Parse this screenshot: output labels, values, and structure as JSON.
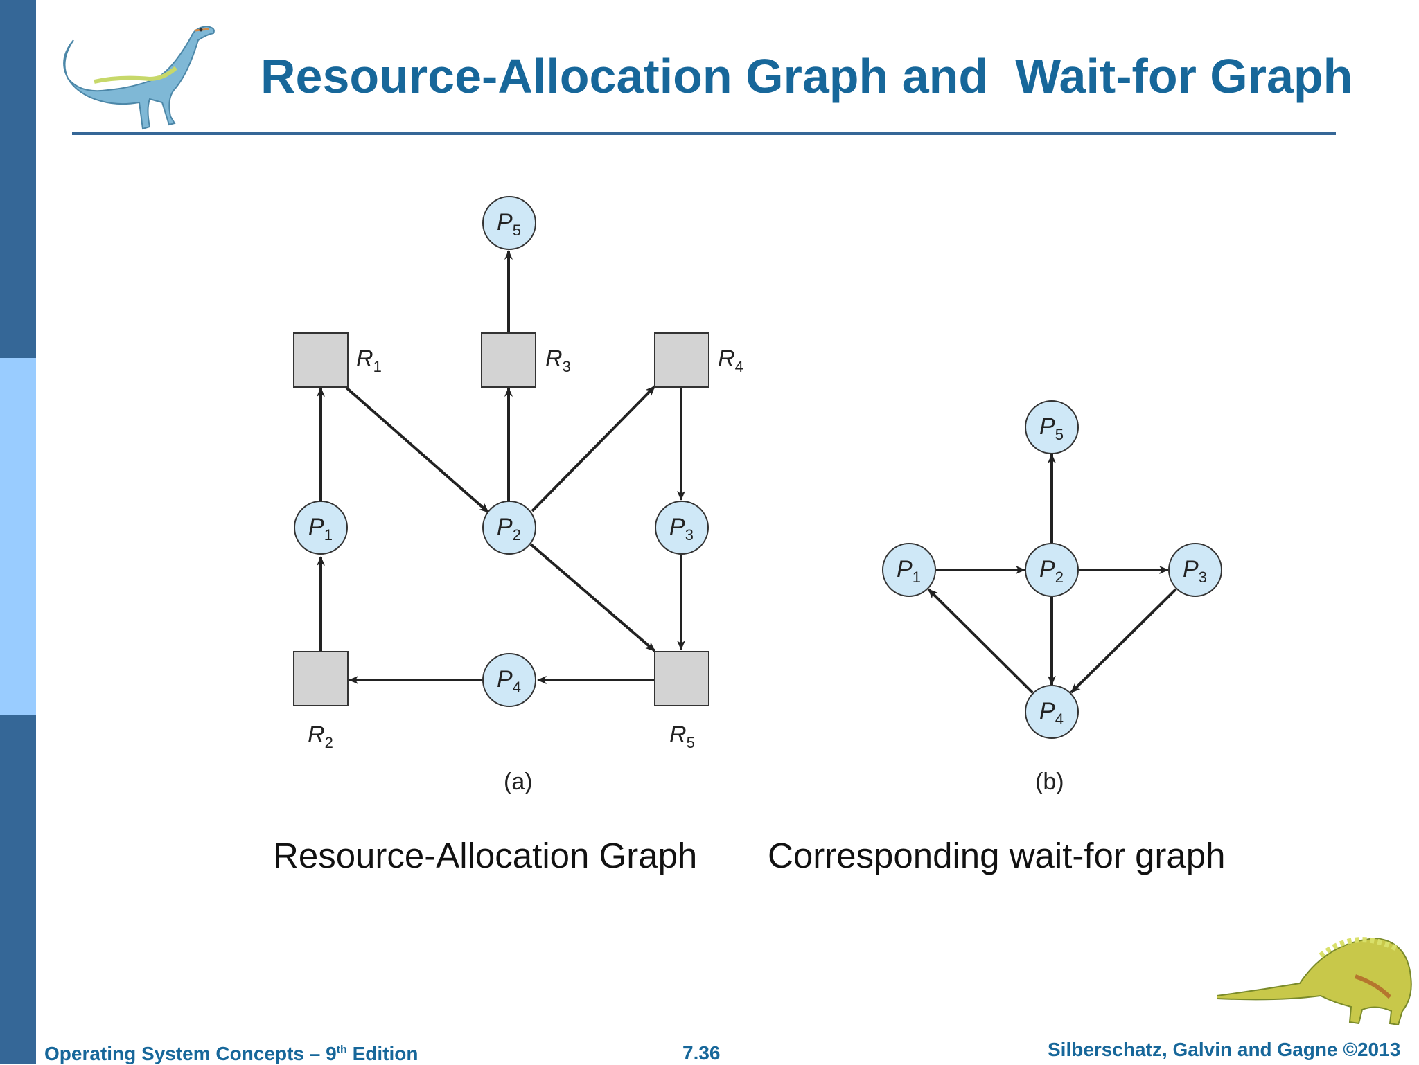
{
  "slide": {
    "title": "Resource-Allocation Graph and  Wait-for Graph",
    "captions": {
      "left": "Resource-Allocation Graph",
      "right": "Corresponding wait-for graph"
    },
    "footer": {
      "book": "Operating System Concepts – 9",
      "edition_sup": "th",
      "edition_word": " Edition",
      "page": "7.36",
      "authors": "Silberschatz, Galvin and Gagne ©2013"
    },
    "colors": {
      "accent": "#17679a",
      "sidebar_dark": "#356797",
      "sidebar_light": "#99ccff",
      "process_fill": "#cfe8f7",
      "resource_fill": "#d3d3d3"
    }
  },
  "diagram_a": {
    "sublabel": "(a)",
    "processes": [
      "P1",
      "P2",
      "P3",
      "P4",
      "P5"
    ],
    "resources": [
      "R1",
      "R2",
      "R3",
      "R4",
      "R5"
    ],
    "edges": [
      [
        "P1",
        "R1"
      ],
      [
        "R1",
        "P2"
      ],
      [
        "P2",
        "R3"
      ],
      [
        "R3",
        "P5"
      ],
      [
        "P2",
        "R4"
      ],
      [
        "R4",
        "P3"
      ],
      [
        "P2",
        "R5"
      ],
      [
        "P3",
        "R5"
      ],
      [
        "R5",
        "P4"
      ],
      [
        "P4",
        "R2"
      ],
      [
        "R2",
        "P1"
      ]
    ]
  },
  "diagram_b": {
    "sublabel": "(b)",
    "processes": [
      "P1",
      "P2",
      "P3",
      "P4",
      "P5"
    ],
    "edges": [
      [
        "P1",
        "P2"
      ],
      [
        "P2",
        "P3"
      ],
      [
        "P2",
        "P5"
      ],
      [
        "P2",
        "P4"
      ],
      [
        "P3",
        "P4"
      ],
      [
        "P4",
        "P1"
      ]
    ]
  }
}
